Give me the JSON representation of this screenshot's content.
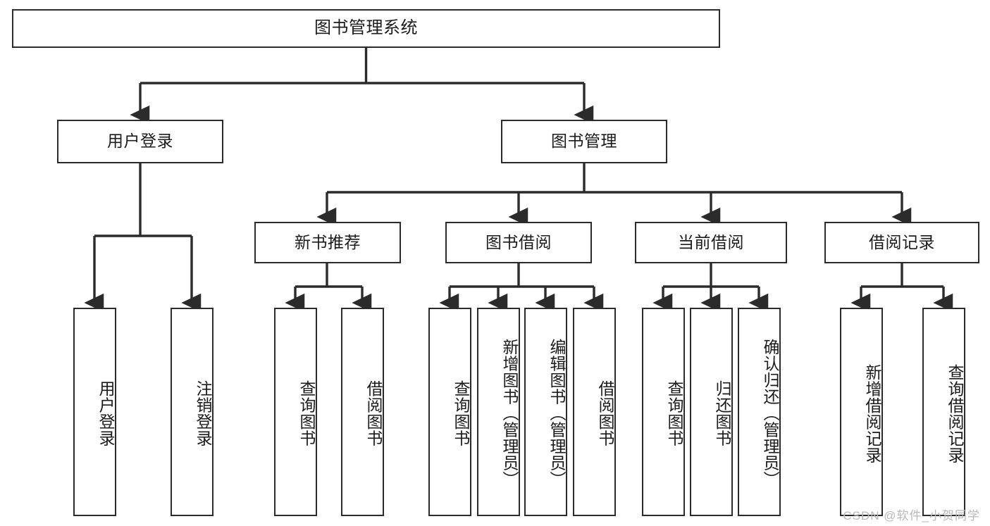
{
  "diagram": {
    "title": "图书管理系统",
    "watermark": "CSDN @软件_小贺同学",
    "line_color": "#2b2b2b",
    "box_fill": "#ffffff",
    "text_color": "#1b1b1b",
    "root": {
      "label": "图书管理系统"
    },
    "level2": [
      {
        "label": "用户登录"
      },
      {
        "label": "图书管理"
      }
    ],
    "level3": [
      {
        "label": "新书推荐"
      },
      {
        "label": "图书借阅"
      },
      {
        "label": "当前借阅"
      },
      {
        "label": "借阅记录"
      }
    ],
    "leaves": {
      "user_login": [
        {
          "label": "用户登录"
        },
        {
          "label": "注销登录"
        }
      ],
      "new_book_recommend": [
        {
          "label": "查询图书"
        },
        {
          "label": "借阅图书"
        }
      ],
      "book_borrow": [
        {
          "label": "查询图书"
        },
        {
          "label": "新增图书（管理员）"
        },
        {
          "label": "编辑图书（管理员）"
        },
        {
          "label": "借阅图书"
        }
      ],
      "current_borrow": [
        {
          "label": "查询图书"
        },
        {
          "label": "归还图书"
        },
        {
          "label": "确认归还（管理员）"
        }
      ],
      "borrow_record": [
        {
          "label": "新增借阅记录"
        },
        {
          "label": "查询借阅记录"
        }
      ]
    }
  }
}
